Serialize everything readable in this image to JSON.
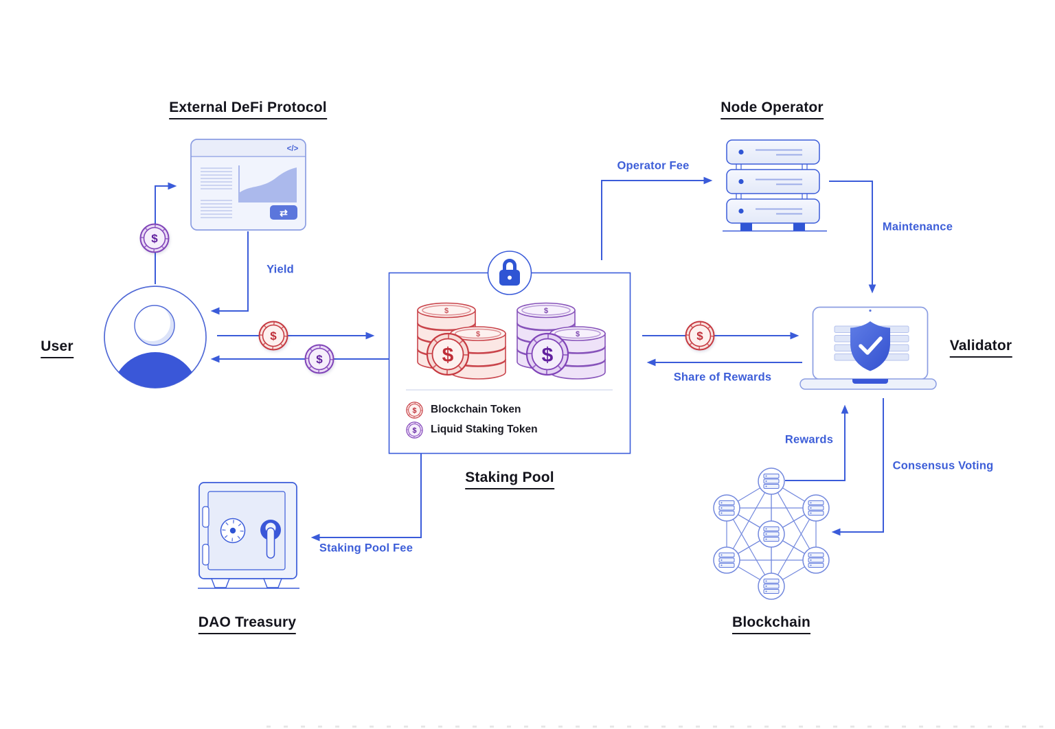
{
  "palette": {
    "accent_blue": "#3a5bd9",
    "label_blue": "#3d5ed8",
    "solid_blue": "#2f55d4",
    "text_dark": "#14141c",
    "token_red": "#c63a41",
    "token_purple": "#8044b8"
  },
  "entities": {
    "external_defi_protocol": {
      "label": "External DeFi Protocol",
      "icon": "browser-chart-icon"
    },
    "node_operator": {
      "label": "Node Operator",
      "icon": "server-stack-icon"
    },
    "user": {
      "label": "User",
      "icon": "user-avatar-icon"
    },
    "staking_pool": {
      "label": "Staking Pool",
      "icon": "locked-pool-box-icon"
    },
    "validator": {
      "label": "Validator",
      "icon": "laptop-shield-icon"
    },
    "dao_treasury": {
      "label": "DAO Treasury",
      "icon": "safe-icon"
    },
    "blockchain": {
      "label": "Blockchain",
      "icon": "network-nodes-icon"
    }
  },
  "flows": {
    "user_deposit_to_defi": {
      "label": "",
      "from": "user",
      "to": "external_defi_protocol",
      "token": "liquid_staking_token"
    },
    "yield": {
      "label": "Yield",
      "from": "external_defi_protocol",
      "to": "user"
    },
    "user_stake_to_pool": {
      "label": "",
      "from": "user",
      "to": "staking_pool",
      "token": "blockchain_token"
    },
    "pool_mint_to_user": {
      "label": "",
      "from": "staking_pool",
      "to": "user",
      "token": "liquid_staking_token"
    },
    "operator_fee": {
      "label": "Operator Fee",
      "from": "staking_pool",
      "to": "node_operator"
    },
    "maintenance": {
      "label": "Maintenance",
      "from": "node_operator",
      "to": "validator"
    },
    "pool_stake_to_validator": {
      "label": "",
      "from": "staking_pool",
      "to": "validator",
      "token": "blockchain_token"
    },
    "share_of_rewards": {
      "label": "Share of Rewards",
      "from": "validator",
      "to": "staking_pool"
    },
    "rewards": {
      "label": "Rewards",
      "from": "blockchain",
      "to": "validator"
    },
    "consensus_voting": {
      "label": "Consensus Voting",
      "from": "validator",
      "to": "blockchain"
    },
    "staking_pool_fee": {
      "label": "Staking Pool Fee",
      "from": "staking_pool",
      "to": "dao_treasury"
    }
  },
  "legend": {
    "items": [
      {
        "label": "Blockchain Token",
        "color": "#c63a41"
      },
      {
        "label": "Liquid Staking Token",
        "color": "#8044b8"
      }
    ]
  },
  "icons": {
    "dollar": "$",
    "code": "</>",
    "swap": "⇄"
  }
}
